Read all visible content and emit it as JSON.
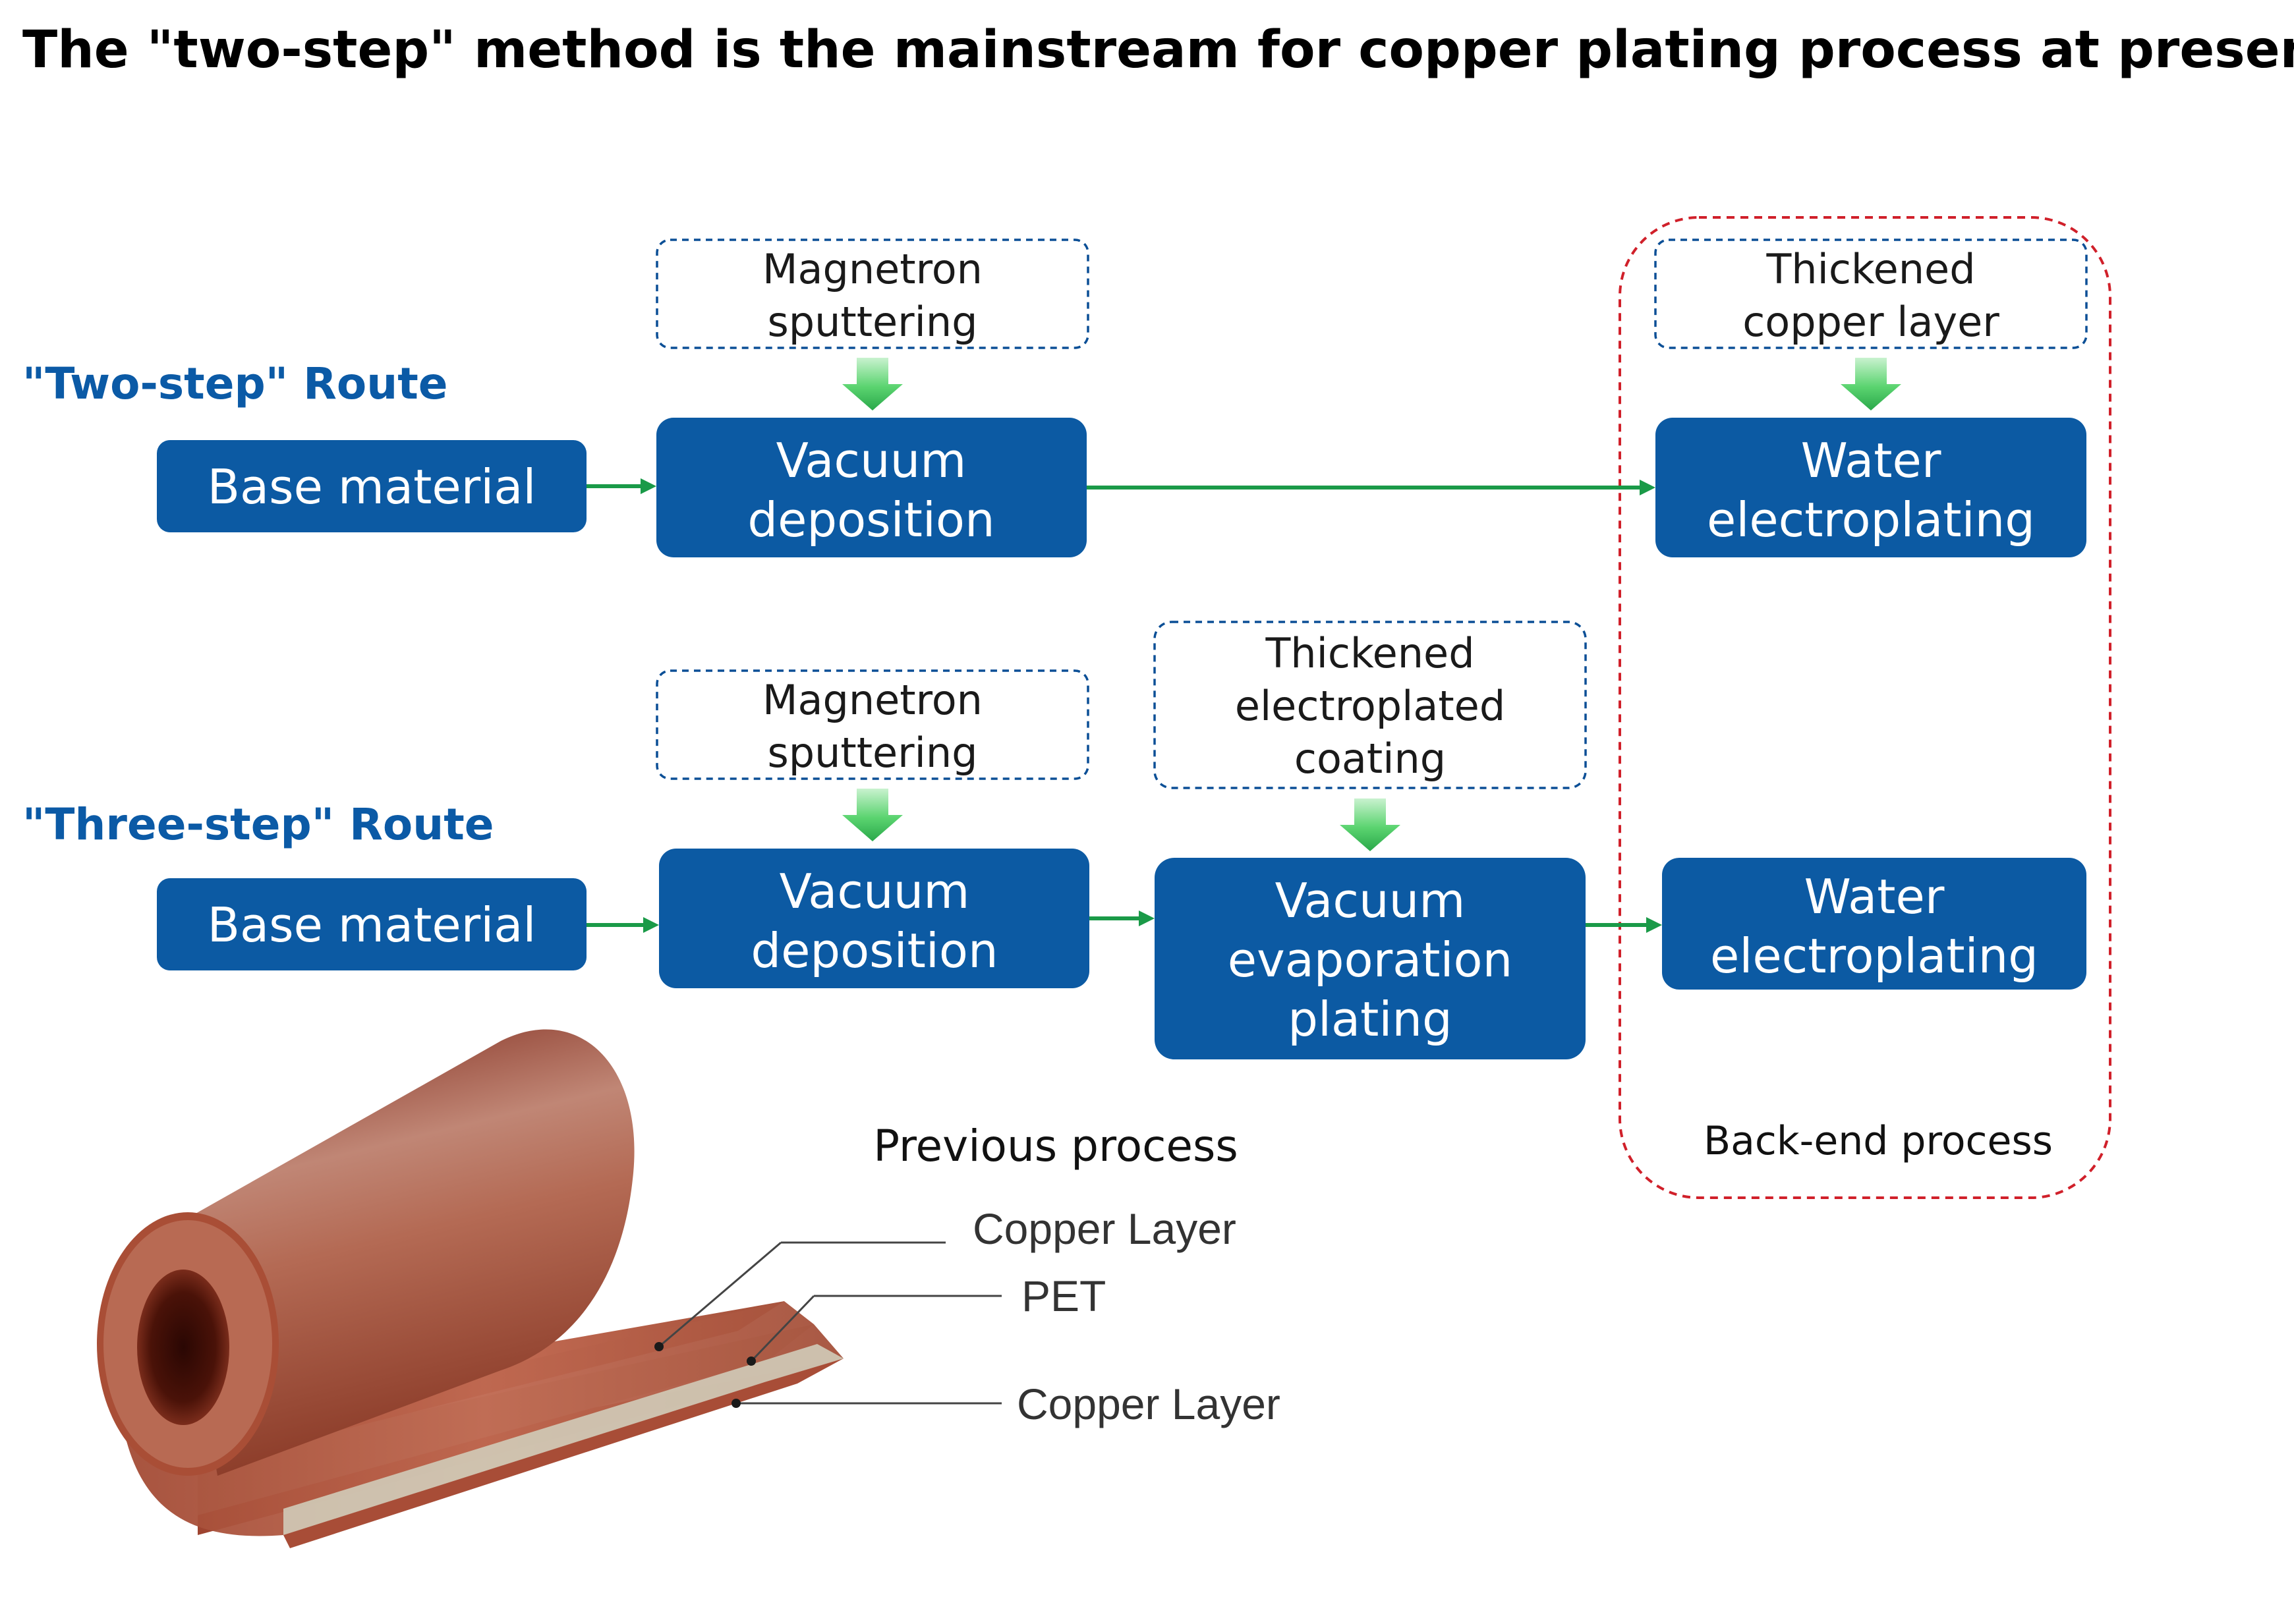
{
  "title": "The \"two-step\" method is the mainstream for copper plating process at present.",
  "two_step": {
    "label": "\"Two-step\" Route",
    "base": "Base material",
    "vacuum_deposition": [
      "Vacuum",
      "deposition"
    ],
    "magnetron": [
      "Magnetron",
      "sputtering"
    ],
    "thickened": [
      "Thickened",
      "copper layer"
    ],
    "water": [
      "Water",
      "electroplating"
    ]
  },
  "three_step": {
    "label": "\"Three-step\" Route",
    "base": "Base material",
    "vacuum_deposition": [
      "Vacuum",
      "deposition"
    ],
    "magnetron": [
      "Magnetron",
      "sputtering"
    ],
    "thickened": [
      "Thickened",
      "electroplated",
      "coating"
    ],
    "evaporation": [
      "Vacuum",
      "evaporation",
      "plating"
    ],
    "water": [
      "Water",
      "electroplating"
    ]
  },
  "sections": {
    "previous": "Previous process",
    "backend": "Back-end process"
  },
  "layers": {
    "top": "Copper Layer",
    "middle": "PET",
    "bottom": "Copper Layer"
  },
  "colors": {
    "box_fill": "#0c5aa3",
    "route_label": "#0b5aa6",
    "connector": "#1a9a48",
    "dashed_blue": "#0b4f96",
    "dashed_red": "#d0202a",
    "down_arrow": "#45c75f",
    "copper": "#a9553f",
    "pet": "#d0cbb8"
  }
}
